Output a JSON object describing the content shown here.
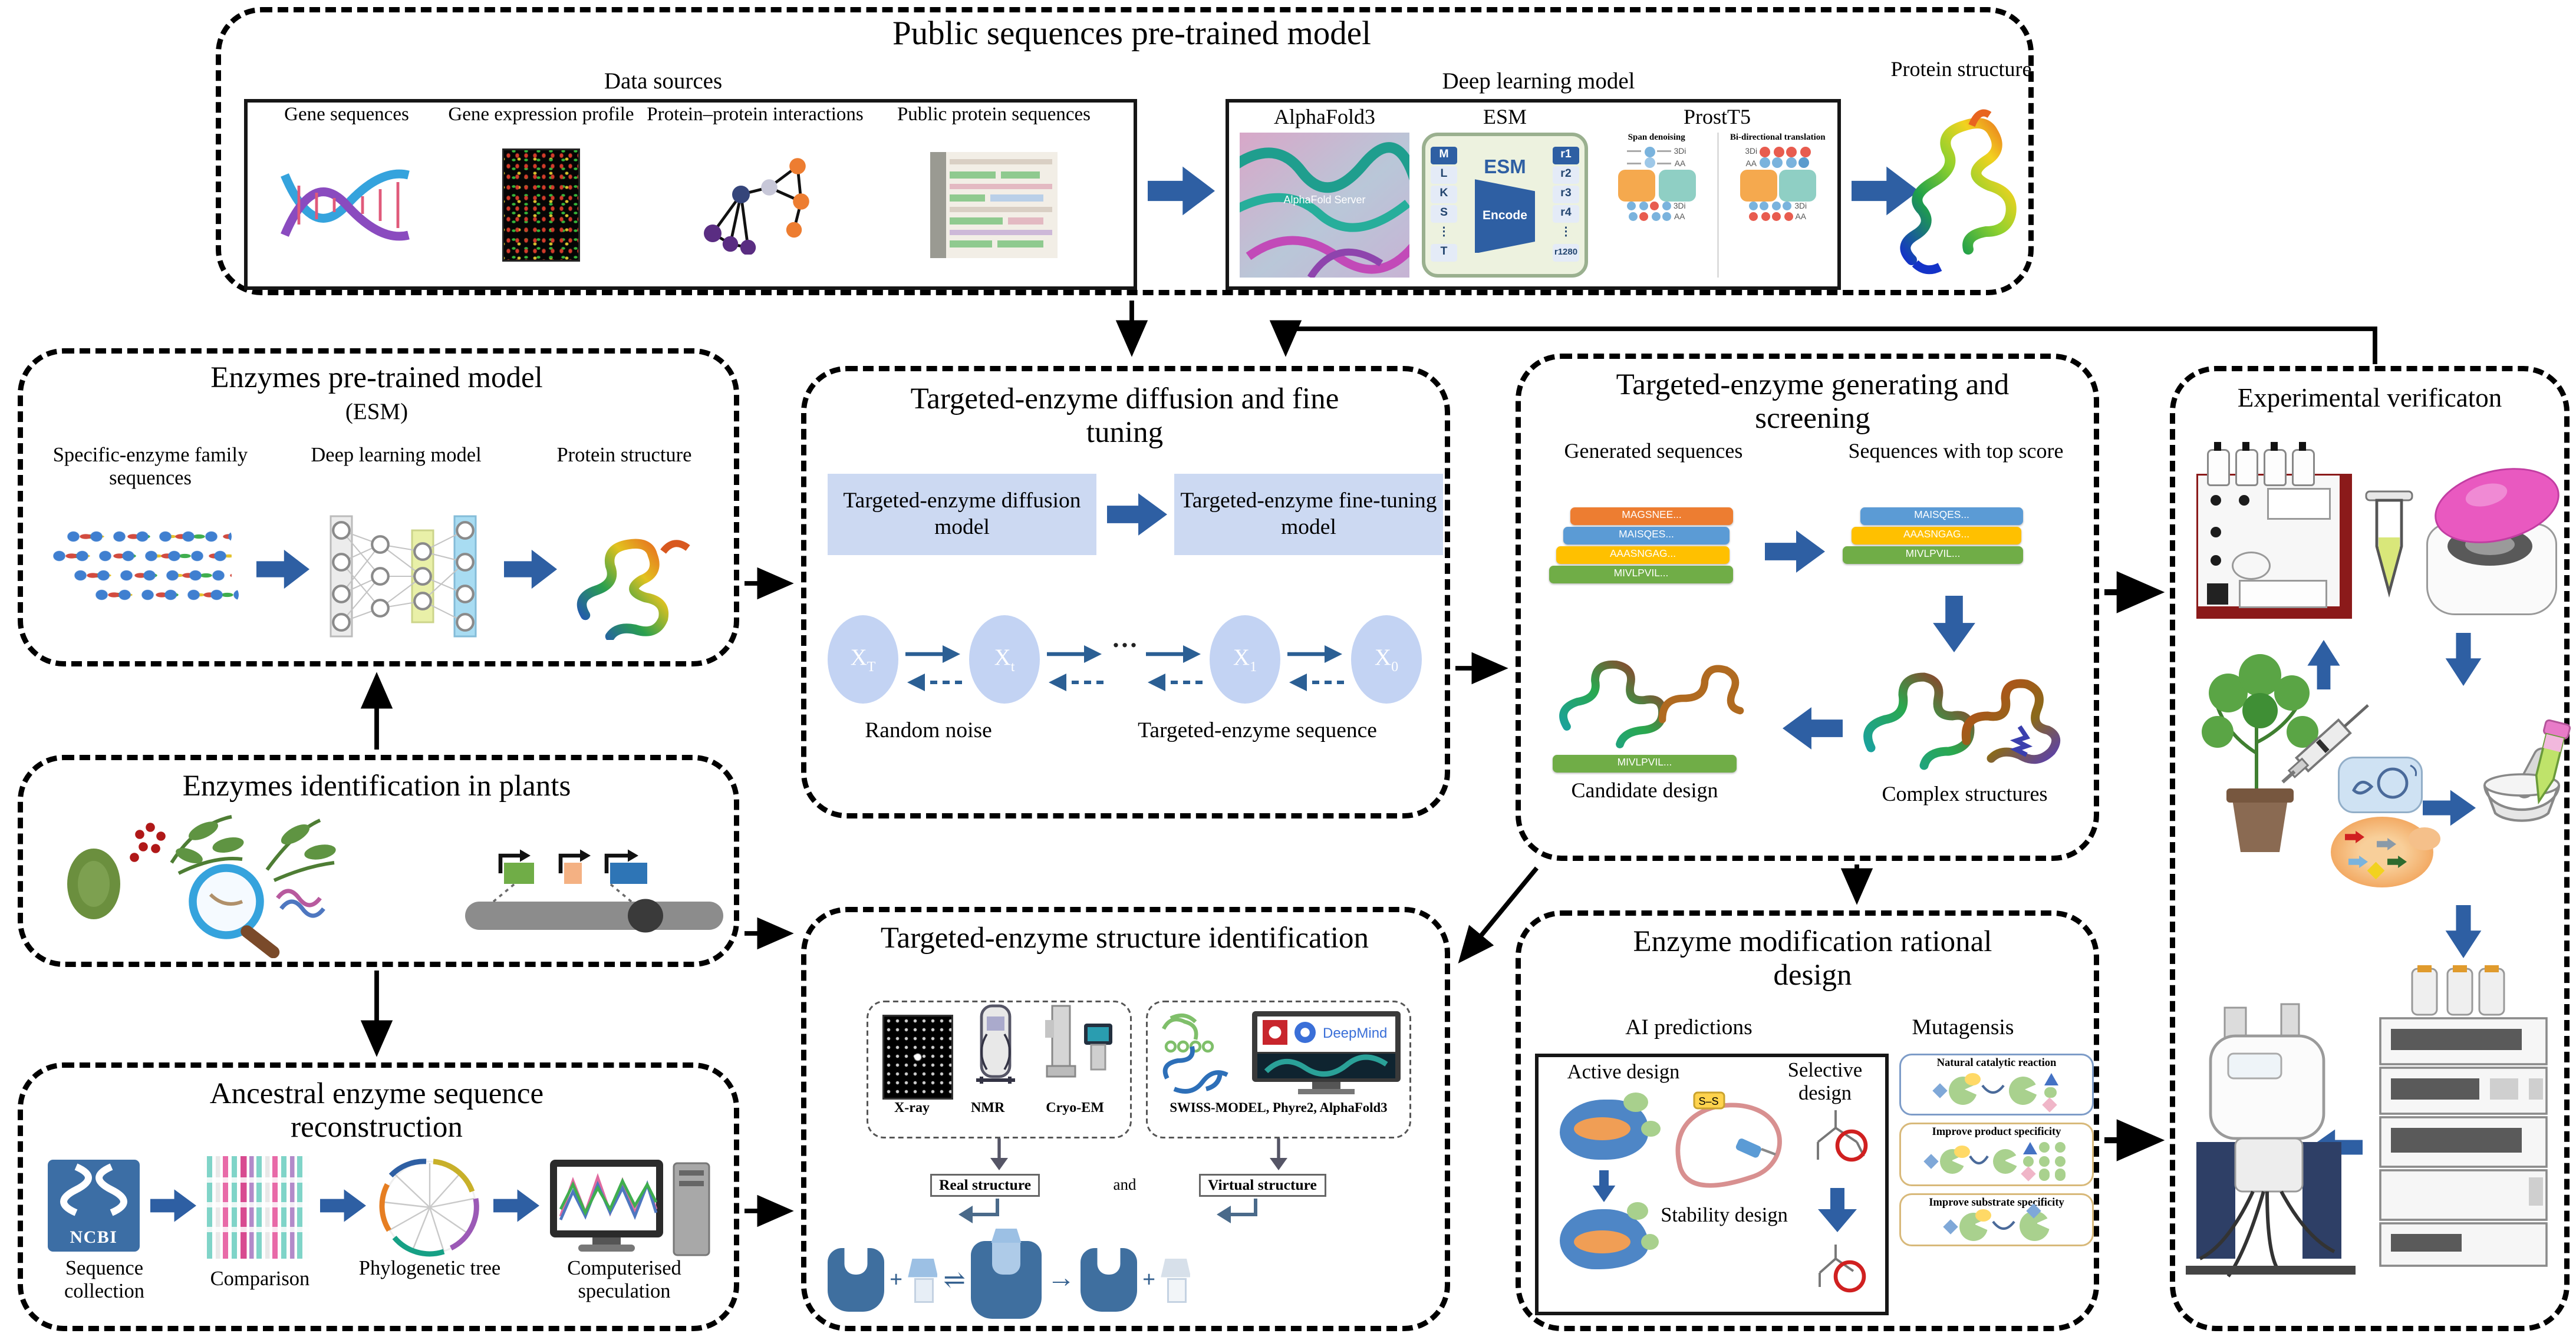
{
  "colors": {
    "accent_blue": "#2e5fa3",
    "light_fill": "#ccd9f2",
    "node_fill": "#c3d3f3",
    "bar_orange": "#ed7d31",
    "bar_blue": "#5b9bd5",
    "bar_yellow": "#ffc000",
    "bar_green": "#70ad47",
    "ncbi_blue": "#3c6ea5",
    "centrifuge_pink": "#e959c0"
  },
  "public_box": {
    "title": "Public sequences pre-trained model",
    "data_sources": {
      "label": "Data sources",
      "items": [
        "Gene sequences",
        "Gene expression profile",
        "Protein–protein interactions",
        "Public protein sequences"
      ]
    },
    "deep_learning": {
      "label": "Deep learning model",
      "alphafold_label": "AlphaFold3",
      "alphafold_watermark": "AlphaFold Server",
      "esm_label": "ESM",
      "esm_badge": "ESM",
      "esm_encode": "Encode",
      "esm_inputs": [
        "M",
        "L",
        "K",
        "S",
        "⋮",
        "T"
      ],
      "esm_outputs": [
        "r1",
        "r2",
        "r3",
        "r4",
        "⋮",
        "r1280"
      ],
      "prostt5_label": "ProstT5",
      "span_denoising": "Span denoising",
      "bidirectional": "Bi-directional translation",
      "row_3di": "3Di",
      "row_aa": "AA"
    },
    "protein_structure_label": "Protein structure"
  },
  "pretrained_box": {
    "title": "Enzymes pre-trained model",
    "subtitle": "(ESM)",
    "col_sequences": "Specific-enzyme family sequences",
    "col_model": "Deep learning model",
    "col_structure": "Protein structure"
  },
  "identification_box": {
    "title": "Enzymes identification in plants"
  },
  "ancestral_box": {
    "title": "Ancestral enzyme sequence reconstruction",
    "ncbi_logo": "NCBI",
    "steps": [
      "Sequence collection",
      "Comparison",
      "Phylogenetic tree",
      "Computerised speculation"
    ]
  },
  "diffusion_box": {
    "title": "Targeted-enzyme diffusion and fine tuning",
    "model_a": "Targeted-enzyme diffusion model",
    "model_b": "Targeted-enzyme fine-tuning model",
    "nodes": [
      {
        "base": "X",
        "sub": "T"
      },
      {
        "base": "X",
        "sub": "t"
      },
      {
        "base": "X",
        "sub": "1"
      },
      {
        "base": "X",
        "sub": "0"
      }
    ],
    "dots": "···",
    "noise_label": "Random noise",
    "sequence_label": "Targeted-enzyme sequence"
  },
  "generating_box": {
    "title": "Targeted-enzyme generating and screening",
    "generated_label": "Generated sequences",
    "top_label": "Sequences with top score",
    "generated_seqs": [
      "MAGSNEE...",
      "MAISQES...",
      "AAASNGAG...",
      "MIVLPVIL..."
    ],
    "top_seqs": [
      "MAISQES...",
      "AAASNGAG...",
      "MIVLPVIL..."
    ],
    "candidate_seq": "MIVLPVIL...",
    "candidate_label": "Candidate design",
    "complex_label": "Complex structures"
  },
  "structure_box": {
    "title": "Targeted-enzyme structure identification",
    "methods": [
      "X-ray",
      "NMR",
      "Cryo-EM"
    ],
    "virtual_tools": "SWISS-MODEL, Phyre2, AlphaFold3",
    "deepmind": "DeepMind",
    "real_structure": "Real structure",
    "conjunction": "and",
    "virtual_structure": "Virtual structure",
    "plus": "+",
    "equilibrium": "⇌",
    "arrow": "→"
  },
  "modification_box": {
    "title": "Enzyme modification rational design",
    "ai_label": "AI predictions",
    "mutagenesis_label": "Mutagensis",
    "active_label": "Active design",
    "selective_label": "Selective design",
    "stability_label": "Stability design",
    "disulfide": "S–S",
    "panels": [
      "Natural catalytic reaction",
      "Improve product specificity",
      "Improve substrate specificity"
    ]
  },
  "experimental_box": {
    "title": "Experimental verificaton"
  }
}
